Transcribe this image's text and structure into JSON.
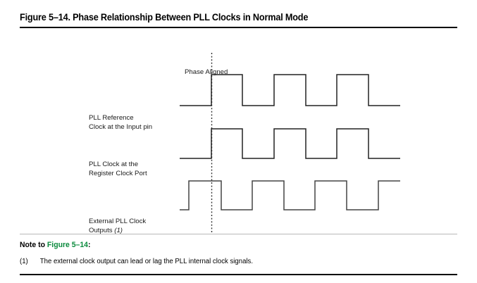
{
  "figure": {
    "title": "Figure 5–14.  Phase Relationship Between PLL Clocks in Normal Mode",
    "phase_marker_label": "Phase Aligned",
    "marker_color": "#333333",
    "waveform_color": "#222222",
    "xref_color": "#0a8a3c",
    "waveforms": [
      {
        "name": "pll-reference-clock",
        "label_line1": "PLL Reference",
        "label_line2": "Clock at the Input pin",
        "phase": "aligned",
        "pulses": 3,
        "starts": "low",
        "ends": "low"
      },
      {
        "name": "pll-register-clock",
        "label_line1": "PLL Clock at the",
        "label_line2": "Register Clock Port",
        "phase": "aligned",
        "pulses": 3,
        "starts": "low",
        "ends": "low"
      },
      {
        "name": "external-pll-clock",
        "label_line1": "External PLL Clock",
        "label_line2": "Outputs",
        "label_footnote": "(1)",
        "phase": "leads",
        "pulses": 4,
        "starts": "low",
        "ends": "high"
      }
    ]
  },
  "note": {
    "heading_prefix": "Note to ",
    "heading_xref": "Figure 5–14",
    "heading_suffix": ":",
    "items": [
      {
        "number": "(1)",
        "text": "The external clock output can lead or lag the PLL internal clock signals."
      }
    ]
  }
}
